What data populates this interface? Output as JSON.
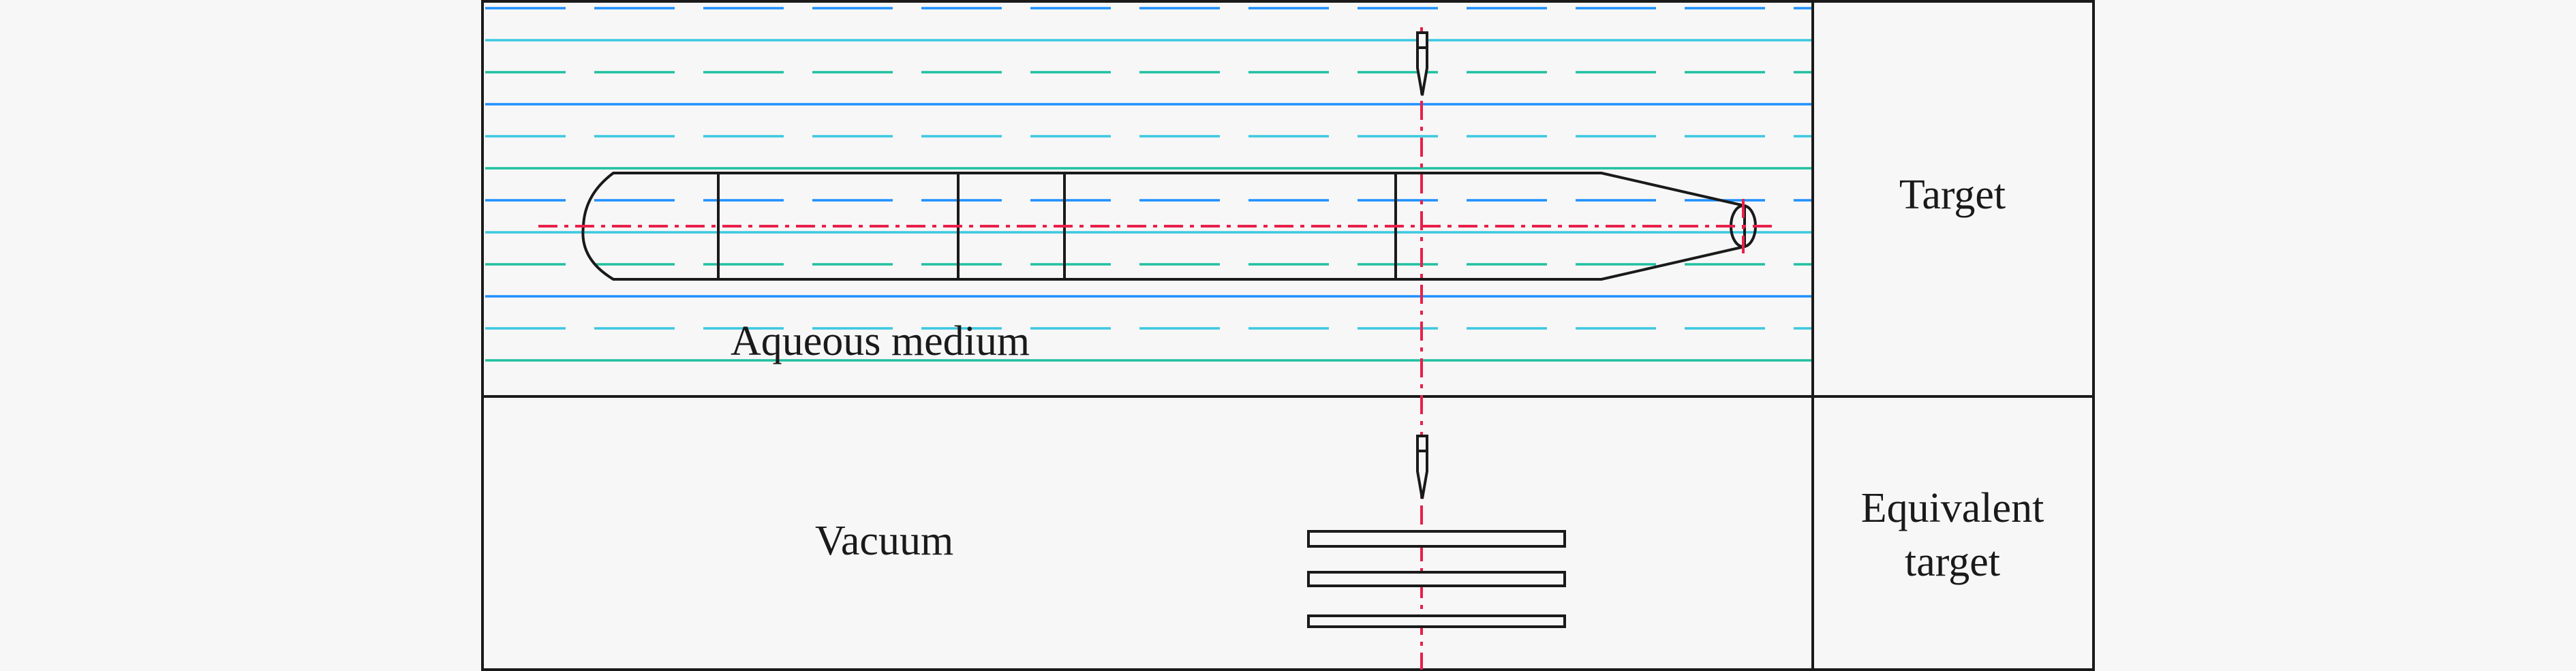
{
  "labels": {
    "target": "Target",
    "aqueous_medium": "Aqueous medium",
    "vacuum": "Vacuum",
    "equivalent_target_line1": "Equivalent",
    "equivalent_target_line2": "target"
  },
  "colors": {
    "background": "#f7f7f7",
    "frame": "#1a1a1a",
    "water_blue": "#1e90ff",
    "water_cyan": "#3cc8e0",
    "water_teal": "#20c0a0",
    "axis_red": "#e8204a",
    "body_outline": "#1a1a1a"
  }
}
